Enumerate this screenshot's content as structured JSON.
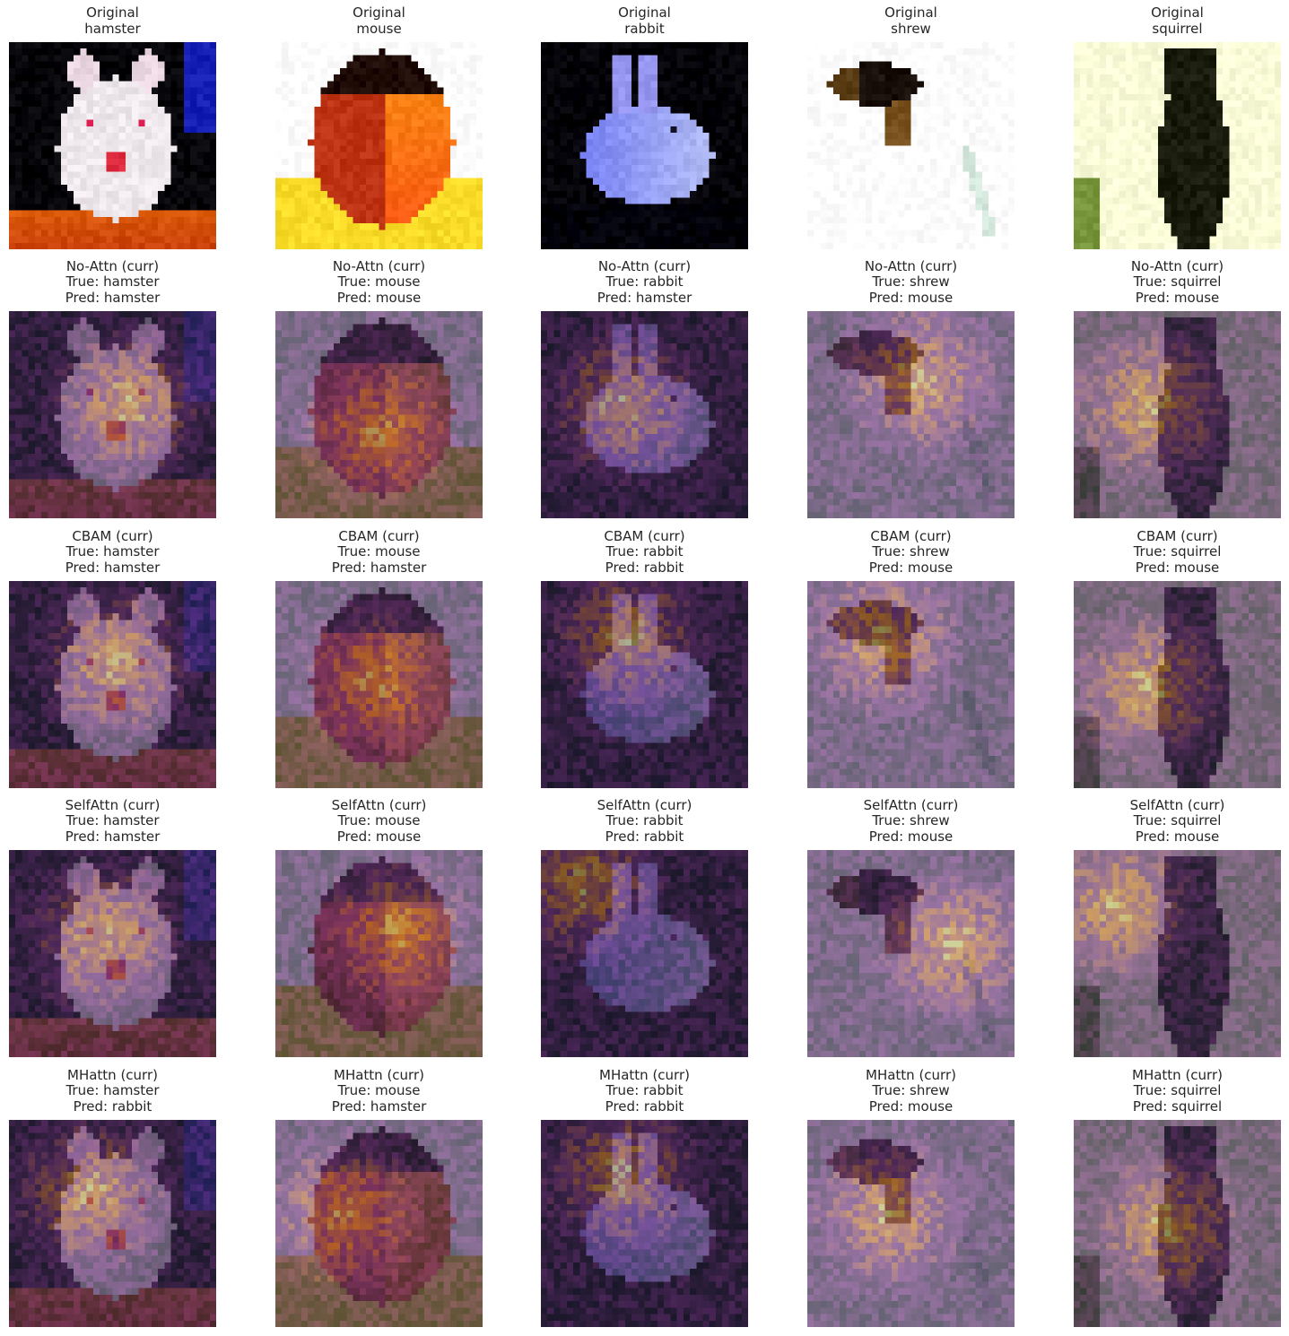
{
  "panels": [
    [
      {
        "lines": [
          "Original",
          "hamster"
        ],
        "image": "hamster-photo",
        "kind": "original"
      },
      {
        "lines": [
          "Original",
          "mouse"
        ],
        "image": "mouse-photo",
        "kind": "original"
      },
      {
        "lines": [
          "Original",
          "rabbit"
        ],
        "image": "rabbit-photo",
        "kind": "original"
      },
      {
        "lines": [
          "Original",
          "shrew"
        ],
        "image": "shrew-photo",
        "kind": "original"
      },
      {
        "lines": [
          "Original",
          "squirrel"
        ],
        "image": "squirrel-photo",
        "kind": "original"
      }
    ],
    [
      {
        "lines": [
          "No-Attn (curr)",
          "True: hamster",
          "Pred: hamster"
        ],
        "image": "hamster-saliency-overlay",
        "kind": "overlay"
      },
      {
        "lines": [
          "No-Attn (curr)",
          "True: mouse",
          "Pred: mouse"
        ],
        "image": "mouse-saliency-overlay",
        "kind": "overlay"
      },
      {
        "lines": [
          "No-Attn (curr)",
          "True: rabbit",
          "Pred: hamster"
        ],
        "image": "rabbit-saliency-overlay",
        "kind": "overlay"
      },
      {
        "lines": [
          "No-Attn (curr)",
          "True: shrew",
          "Pred: mouse"
        ],
        "image": "shrew-saliency-overlay",
        "kind": "overlay"
      },
      {
        "lines": [
          "No-Attn (curr)",
          "True: squirrel",
          "Pred: mouse"
        ],
        "image": "squirrel-saliency-overlay",
        "kind": "overlay"
      }
    ],
    [
      {
        "lines": [
          "CBAM (curr)",
          "True: hamster",
          "Pred: hamster"
        ],
        "image": "hamster-saliency-overlay",
        "kind": "overlay"
      },
      {
        "lines": [
          "CBAM (curr)",
          "True: mouse",
          "Pred: hamster"
        ],
        "image": "mouse-saliency-overlay",
        "kind": "overlay"
      },
      {
        "lines": [
          "CBAM (curr)",
          "True: rabbit",
          "Pred: rabbit"
        ],
        "image": "rabbit-saliency-overlay",
        "kind": "overlay"
      },
      {
        "lines": [
          "CBAM (curr)",
          "True: shrew",
          "Pred: mouse"
        ],
        "image": "shrew-saliency-overlay",
        "kind": "overlay"
      },
      {
        "lines": [
          "CBAM (curr)",
          "True: squirrel",
          "Pred: mouse"
        ],
        "image": "squirrel-saliency-overlay",
        "kind": "overlay"
      }
    ],
    [
      {
        "lines": [
          "SelfAttn (curr)",
          "True: hamster",
          "Pred: hamster"
        ],
        "image": "hamster-saliency-overlay",
        "kind": "overlay"
      },
      {
        "lines": [
          "SelfAttn (curr)",
          "True: mouse",
          "Pred: mouse"
        ],
        "image": "mouse-saliency-overlay",
        "kind": "overlay"
      },
      {
        "lines": [
          "SelfAttn (curr)",
          "True: rabbit",
          "Pred: rabbit"
        ],
        "image": "rabbit-saliency-overlay",
        "kind": "overlay"
      },
      {
        "lines": [
          "SelfAttn (curr)",
          "True: shrew",
          "Pred: mouse"
        ],
        "image": "shrew-saliency-overlay",
        "kind": "overlay"
      },
      {
        "lines": [
          "SelfAttn (curr)",
          "True: squirrel",
          "Pred: mouse"
        ],
        "image": "squirrel-saliency-overlay",
        "kind": "overlay"
      }
    ],
    [
      {
        "lines": [
          "MHattn (curr)",
          "True: hamster",
          "Pred: rabbit"
        ],
        "image": "hamster-saliency-overlay",
        "kind": "overlay"
      },
      {
        "lines": [
          "MHattn (curr)",
          "True: mouse",
          "Pred: hamster"
        ],
        "image": "mouse-saliency-overlay",
        "kind": "overlay"
      },
      {
        "lines": [
          "MHattn (curr)",
          "True: rabbit",
          "Pred: rabbit"
        ],
        "image": "rabbit-saliency-overlay",
        "kind": "overlay"
      },
      {
        "lines": [
          "MHattn (curr)",
          "True: shrew",
          "Pred: mouse"
        ],
        "image": "shrew-saliency-overlay",
        "kind": "overlay"
      },
      {
        "lines": [
          "MHattn (curr)",
          "True: squirrel",
          "Pred: squirrel"
        ],
        "image": "squirrel-saliency-overlay",
        "kind": "overlay"
      }
    ]
  ],
  "colors": {
    "background": "#ffffff",
    "title_text": "#262626",
    "heatmap_low": "#3b3f4f",
    "heatmap_mid": "#8a4fa8",
    "heatmap_high": "#f5a63a",
    "heatmap_peak": "#e6f08a"
  }
}
